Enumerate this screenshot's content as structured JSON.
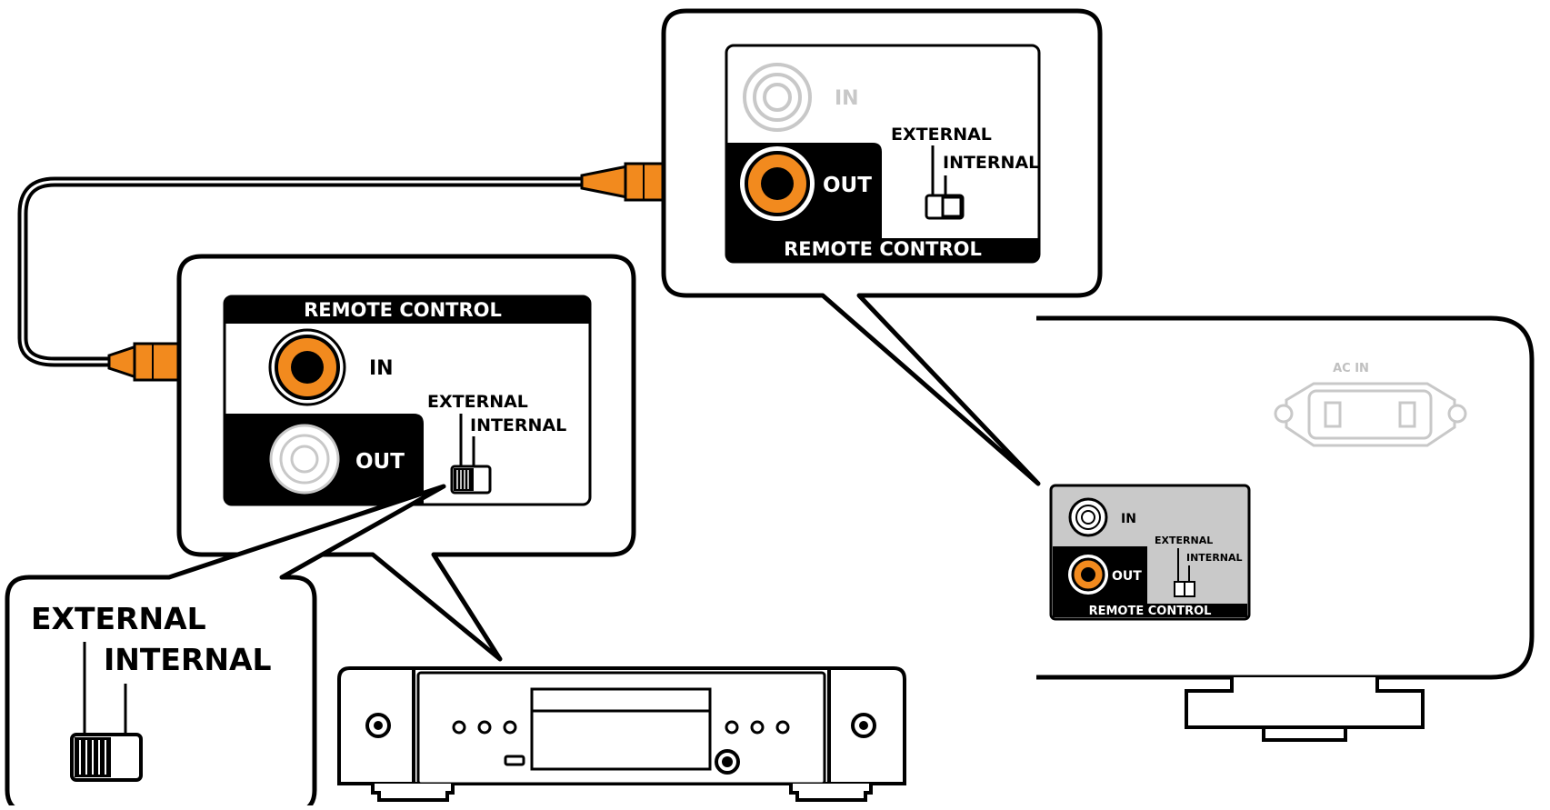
{
  "panels": {
    "right_zoom": {
      "label_in": "IN",
      "label_out": "OUT",
      "switch_external": "EXTERNAL",
      "switch_internal": "INTERNAL",
      "bar_label": "REMOTE CONTROL"
    },
    "left_zoom": {
      "bar_label": "REMOTE CONTROL",
      "label_in": "IN",
      "label_out": "OUT",
      "switch_external": "EXTERNAL",
      "switch_internal": "INTERNAL"
    },
    "switch_zoom": {
      "label_external": "EXTERNAL",
      "label_internal": "INTERNAL"
    },
    "device_rear": {
      "ac_in_label": "AC IN",
      "small_in": "IN",
      "small_out": "OUT",
      "small_external": "EXTERNAL",
      "small_internal": "INTERNAL",
      "small_bar": "REMOTE CONTROL"
    }
  },
  "colors": {
    "cable_orange": "#f28a1e",
    "outline": "#000000",
    "inactive_gray": "#c8c8c8",
    "plate_gray": "#c9c9c9"
  }
}
